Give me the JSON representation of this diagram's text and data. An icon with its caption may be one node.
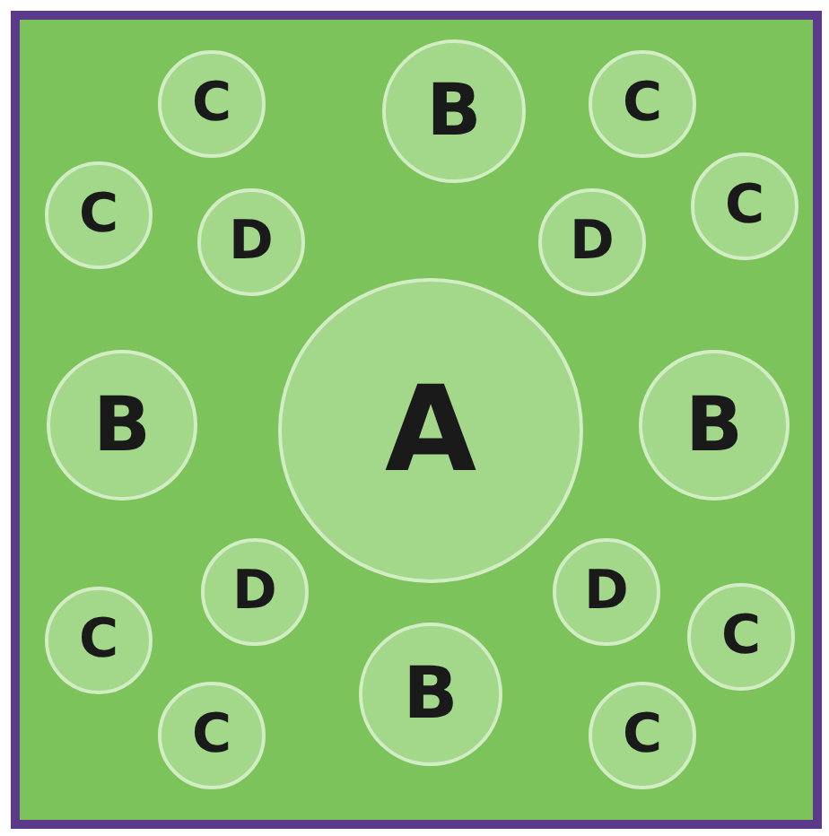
{
  "diagram": {
    "nodes": [
      {
        "text": [
          "C"
        ]
      },
      {
        "text": [
          "B"
        ]
      },
      {
        "text": [
          "C"
        ]
      },
      {
        "text": [
          "C"
        ]
      },
      {
        "text": [
          "D"
        ]
      },
      {
        "text": [
          "D"
        ]
      },
      {
        "text": [
          "C"
        ]
      },
      {
        "text": [
          "B"
        ]
      },
      {
        "text": [
          "A"
        ]
      },
      {
        "text": [
          "B"
        ]
      },
      {
        "text": [
          "C"
        ]
      },
      {
        "text": [
          "D"
        ]
      },
      {
        "text": [
          "D"
        ]
      },
      {
        "text": [
          "C"
        ]
      },
      {
        "text": [
          "C"
        ]
      },
      {
        "text": [
          "B"
        ]
      },
      {
        "text": [
          "C"
        ]
      }
    ]
  }
}
